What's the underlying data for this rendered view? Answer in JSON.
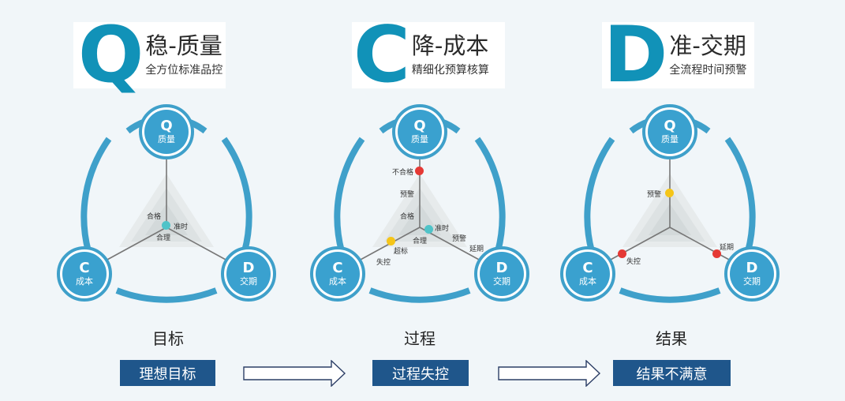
{
  "headers": [
    {
      "letter": "Q",
      "title": "稳-质量",
      "subtitle": "全方位标准品控"
    },
    {
      "letter": "C",
      "title": "降-成本",
      "subtitle": "精细化预算核算"
    },
    {
      "letter": "D",
      "title": "准-交期",
      "subtitle": "全流程时间预警"
    }
  ],
  "nodes": {
    "q": {
      "letter": "Q",
      "label": "质量"
    },
    "c": {
      "letter": "C",
      "label": "成本"
    },
    "d": {
      "letter": "D",
      "label": "交期"
    }
  },
  "diagrams": [
    {
      "caption": "目标",
      "tag": "理想目标",
      "labels": [
        "合格",
        "准时",
        "合理"
      ]
    },
    {
      "caption": "过程",
      "tag": "过程失控",
      "labels": [
        "不合格",
        "预警",
        "合格",
        "准时",
        "合理",
        "超标",
        "失控",
        "预警",
        "延期"
      ]
    },
    {
      "caption": "结果",
      "tag": "结果不满意",
      "labels": [
        "预警",
        "失控",
        "延期"
      ]
    }
  ],
  "colors": {
    "brand_blue": "#1192b8",
    "ring_blue": "#3aa1cf",
    "tag_navy": "#1f568b",
    "dot_red": "#e53935",
    "dot_yellow": "#f5c518",
    "dot_teal": "#4fc3c8"
  }
}
